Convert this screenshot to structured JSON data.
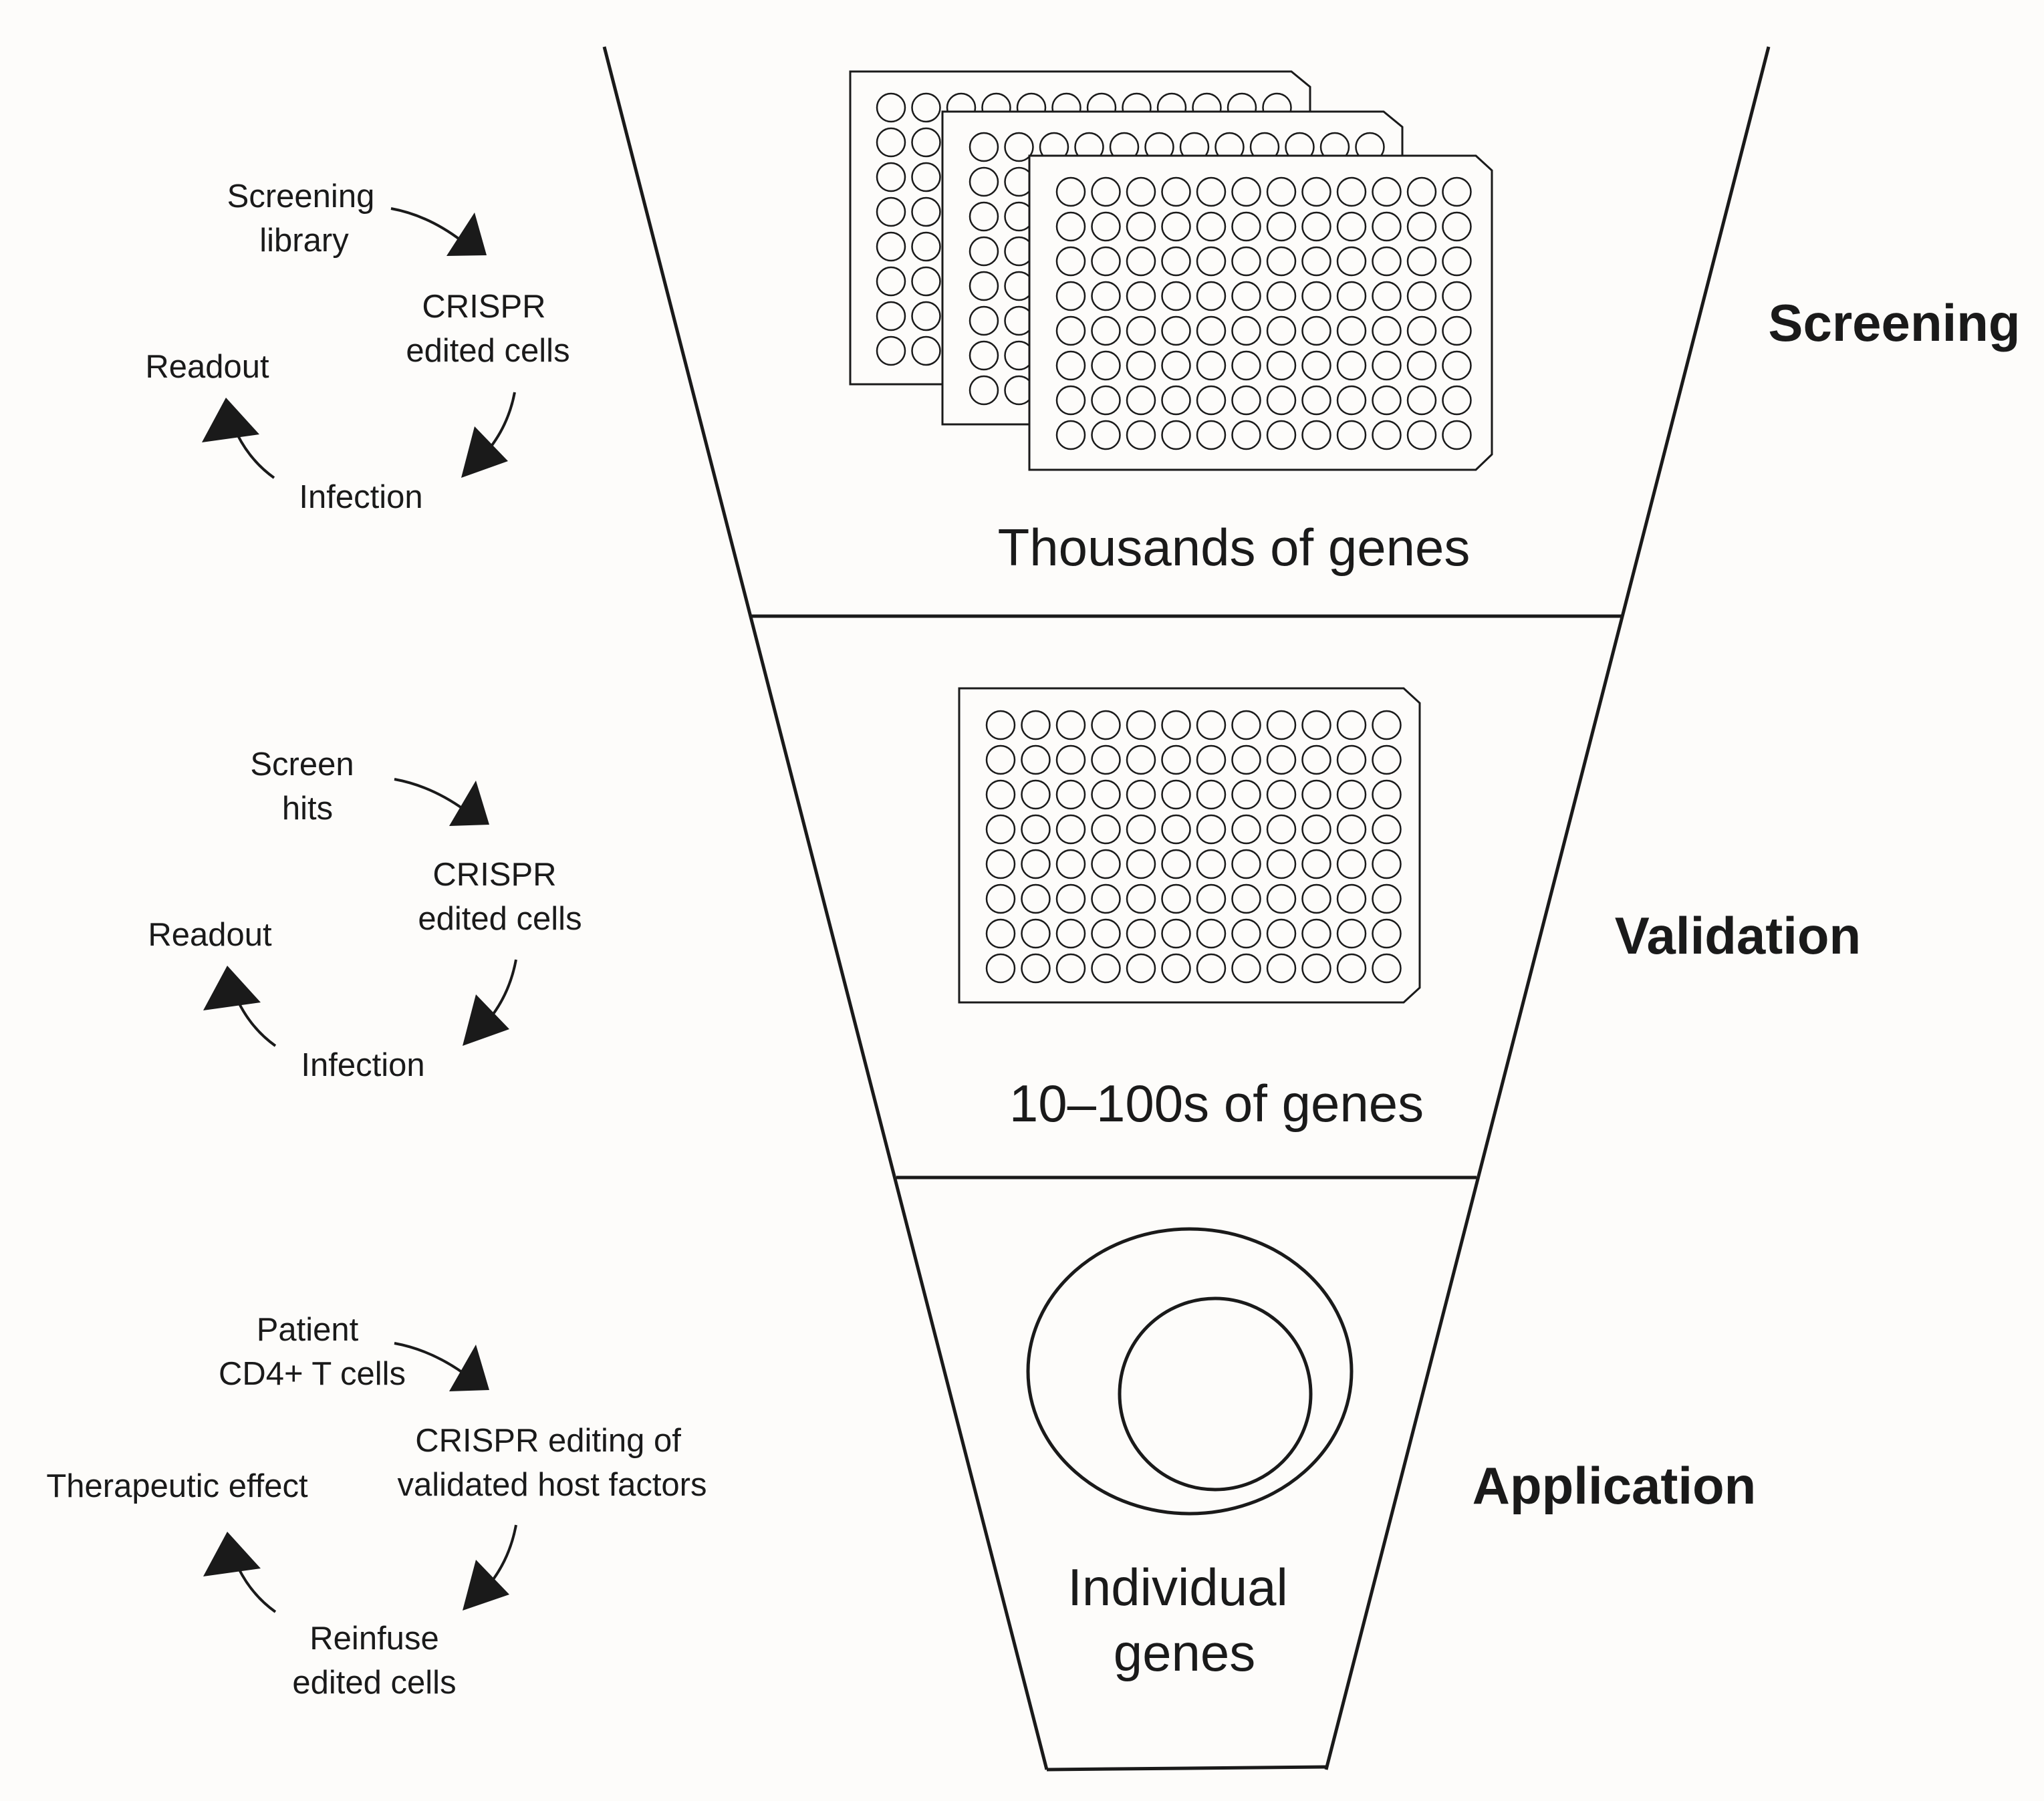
{
  "stages": [
    {
      "name": "Screening",
      "count_text": "Thousands of genes",
      "cycle": {
        "input_line1": "Screening",
        "input_line2": "library",
        "edit_line1": "CRISPR",
        "edit_line2": "edited cells",
        "step_text": "Infection",
        "output_text": "Readout"
      }
    },
    {
      "name": "Validation",
      "count_text": "10–100s of genes",
      "cycle": {
        "input_line1": "Screen",
        "input_line2": "hits",
        "edit_line1": "CRISPR",
        "edit_line2": "edited cells",
        "step_text": "Infection",
        "output_text": "Readout"
      }
    },
    {
      "name": "Application",
      "count_line1": "Individual",
      "count_line2": "genes",
      "cycle": {
        "input_line1": "Patient",
        "input_line2": "CD4+ T cells",
        "edit_line1": "CRISPR editing of",
        "edit_line2": "validated host factors",
        "step_line1": "Reinfuse",
        "step_line2": "edited cells",
        "output_text": "Therapeutic effect"
      }
    }
  ],
  "icons": {
    "screening": "stacked-96-well-plates",
    "validation": "96-well-plate",
    "application": "cell"
  }
}
